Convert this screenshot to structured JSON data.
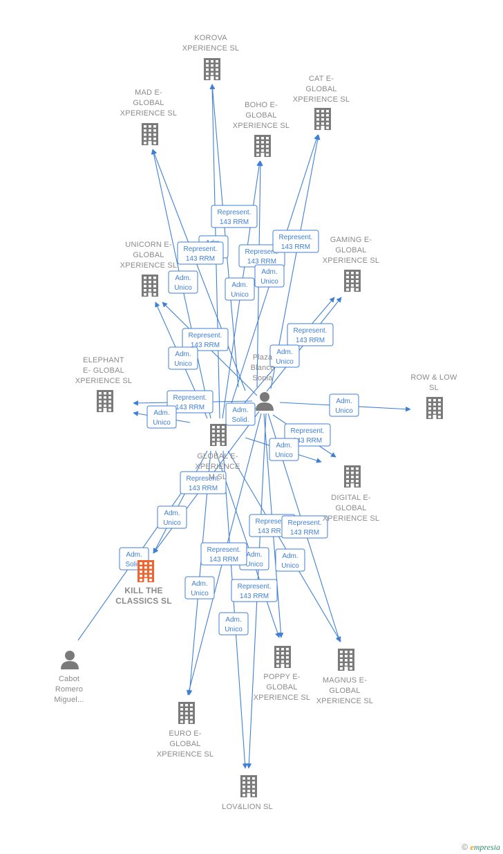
{
  "nodes": [
    {
      "id": "korova",
      "type": "company",
      "lines": [
        "KOROVA",
        "XPERIENCE  SL"
      ]
    },
    {
      "id": "mad",
      "type": "company",
      "lines": [
        "MAD E-",
        "GLOBAL",
        "XPERIENCE  SL"
      ]
    },
    {
      "id": "boho",
      "type": "company",
      "lines": [
        "BOHO E-",
        "GLOBAL",
        "XPERIENCE  SL"
      ]
    },
    {
      "id": "cat",
      "type": "company",
      "lines": [
        "CAT E-",
        "GLOBAL",
        "XPERIENCE  SL"
      ]
    },
    {
      "id": "unicorn",
      "type": "company",
      "lines": [
        "UNICORN E-",
        "GLOBAL",
        "XPERIENCE  SL"
      ]
    },
    {
      "id": "gaming",
      "type": "company",
      "lines": [
        "GAMING E-",
        "GLOBAL",
        "XPERIENCE  SL"
      ]
    },
    {
      "id": "elephant",
      "type": "company",
      "lines": [
        "ELEPHANT",
        "E- GLOBAL",
        "XPERIENCE  SL"
      ]
    },
    {
      "id": "plaza",
      "type": "person",
      "lines": [
        "Plaza",
        "Blanco",
        "Sonia"
      ]
    },
    {
      "id": "row",
      "type": "company",
      "lines": [
        "ROW & LOW",
        "SL"
      ]
    },
    {
      "id": "global",
      "type": "company",
      "lines": [
        "GLOBAL E-",
        "XPERIENCE",
        "M  SL"
      ]
    },
    {
      "id": "digital",
      "type": "company",
      "lines": [
        "DIGITAL E-",
        "GLOBAL",
        "XPERIENCE  SL"
      ]
    },
    {
      "id": "kill",
      "type": "focus",
      "lines": [
        "KILL THE",
        "CLASSICS  SL"
      ]
    },
    {
      "id": "cabot",
      "type": "person",
      "lines": [
        "Cabot",
        "Romero",
        "Miguel..."
      ]
    },
    {
      "id": "poppy",
      "type": "company",
      "lines": [
        "POPPY E-",
        "GLOBAL",
        "XPERIENCE  SL"
      ]
    },
    {
      "id": "magnus",
      "type": "company",
      "lines": [
        "MAGNUS E-",
        "GLOBAL",
        "XPERIENCE  SL"
      ]
    },
    {
      "id": "euro",
      "type": "company",
      "lines": [
        "EURO E-",
        "GLOBAL",
        "XPERIENCE  SL"
      ]
    },
    {
      "id": "lovlion",
      "type": "company",
      "lines": [
        "LOV&LION SL"
      ]
    }
  ],
  "edges": [
    {
      "from": "plaza",
      "to": "korova",
      "label": [
        "Represent.",
        "143 RRM"
      ]
    },
    {
      "from": "global",
      "to": "korova",
      "label": [
        "Adm.",
        "Unico"
      ]
    },
    {
      "from": "plaza",
      "to": "mad",
      "label": [
        "Represent.",
        "143 RRM"
      ]
    },
    {
      "from": "global",
      "to": "mad",
      "label": [
        "Adm.",
        "Unico"
      ]
    },
    {
      "from": "plaza",
      "to": "boho",
      "label": [
        "Represent.",
        "143 RRM"
      ]
    },
    {
      "from": "global",
      "to": "boho",
      "label": [
        "Adm.",
        "Unico"
      ]
    },
    {
      "from": "plaza",
      "to": "cat",
      "label": [
        "Represent.",
        "143 RRM"
      ]
    },
    {
      "from": "global",
      "to": "cat",
      "label": [
        "Adm.",
        "Unico"
      ]
    },
    {
      "from": "plaza",
      "to": "unicorn",
      "label": [
        "Represent.",
        "143 RRM"
      ]
    },
    {
      "from": "global",
      "to": "unicorn",
      "label": [
        "Adm.",
        "Unico"
      ]
    },
    {
      "from": "plaza",
      "to": "gaming",
      "label": [
        "Represent.",
        "143 RRM"
      ]
    },
    {
      "from": "global",
      "to": "gaming",
      "label": [
        "Adm.",
        "Unico"
      ]
    },
    {
      "from": "plaza",
      "to": "elephant",
      "label": [
        "Represent.",
        "143 RRM"
      ]
    },
    {
      "from": "global",
      "to": "elephant",
      "label": [
        "Adm.",
        "Unico"
      ]
    },
    {
      "from": "plaza",
      "to": "row",
      "label": [
        "Adm.",
        "Unico"
      ]
    },
    {
      "from": "plaza",
      "to": "global",
      "label": [
        "Adm.",
        "Solid."
      ]
    },
    {
      "from": "plaza",
      "to": "digital",
      "label": [
        "Represent.",
        "143 RRM"
      ]
    },
    {
      "from": "global",
      "to": "digital",
      "label": [
        "Adm.",
        "Unico"
      ]
    },
    {
      "from": "plaza",
      "to": "kill",
      "label": [
        "Represent.",
        "143 RRM"
      ]
    },
    {
      "from": "global",
      "to": "kill",
      "label": [
        "Adm.",
        "Unico"
      ]
    },
    {
      "from": "cabot",
      "to": "kill",
      "label": [
        "Adm.",
        "Solid."
      ]
    },
    {
      "from": "plaza",
      "to": "poppy",
      "label": [
        "Represent.",
        "143 RRM"
      ]
    },
    {
      "from": "global",
      "to": "poppy",
      "label": [
        "Adm.",
        "Unico"
      ]
    },
    {
      "from": "plaza",
      "to": "magnus",
      "label": [
        "Represent.",
        "143 RRM"
      ]
    },
    {
      "from": "global",
      "to": "magnus",
      "label": [
        "Adm.",
        "Unico"
      ]
    },
    {
      "from": "plaza",
      "to": "euro",
      "label": [
        "Represent.",
        "143 RRM"
      ]
    },
    {
      "from": "global",
      "to": "euro",
      "label": [
        "Adm.",
        "Unico"
      ]
    },
    {
      "from": "plaza",
      "to": "lovlion",
      "label": [
        "Represent.",
        "143 RRM"
      ]
    },
    {
      "from": "global",
      "to": "lovlion",
      "label": [
        "Adm.",
        "Unico"
      ]
    }
  ],
  "colors": {
    "edge": "#3f7fd6",
    "company_icon": "#7a7a7a",
    "focus_icon": "#f0652f",
    "person_icon": "#7a7a7a",
    "label": "#8a8a8a"
  },
  "footer": {
    "copyright_symbol": "©",
    "brand_initial": "e",
    "brand_rest": "mpresia"
  }
}
